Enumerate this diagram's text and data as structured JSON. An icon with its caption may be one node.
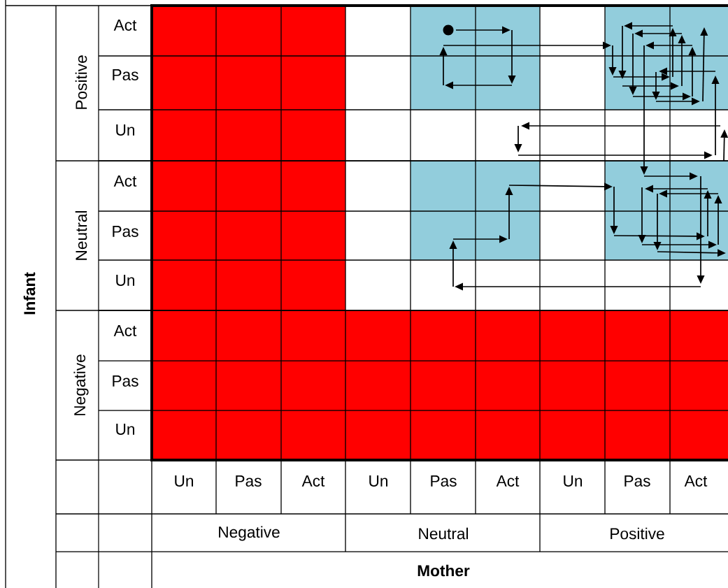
{
  "diagram": {
    "labels": [
      "Infant",
      "Positive",
      "Act",
      "Pas",
      "Un",
      "Neutral",
      "Act",
      "Pas",
      "Un",
      "Negative",
      "Act",
      "Pas",
      "Un",
      "Un",
      "Pas",
      "Act",
      "Un",
      "Pas",
      "Act",
      "Un",
      "Pas",
      "Act",
      "Negative",
      "Neutral",
      "Positive",
      "Mother"
    ]
  }
}
